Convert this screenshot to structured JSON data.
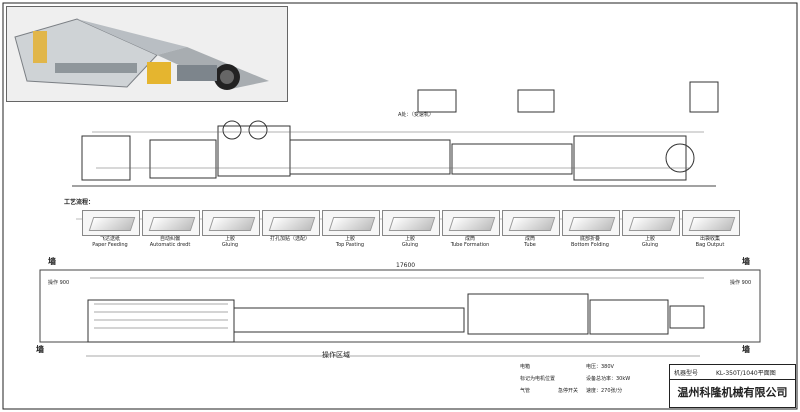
{
  "labels": {
    "view_a": "A处：（变速机）",
    "process_title": "工艺流程：",
    "wall_top_left": "墙",
    "wall_top_right": "墙",
    "wall_bottom_left": "墙",
    "wall_bottom_right": "墙",
    "operation_area": "操作区域",
    "dim_17600": "17600",
    "dim_left": "操作 900",
    "dim_right": "操作 900",
    "model_label": "机器型号",
    "model_value": "KL-350T/1040平面图",
    "company": "温州科隆机械有限公司"
  },
  "process_steps": [
    {
      "cn": "飞达送纸",
      "en": "Paper Feeding"
    },
    {
      "cn": "自动纠偏",
      "en": "Automatic dredt"
    },
    {
      "cn": "上胶",
      "en": "Gluing"
    },
    {
      "cn": "打孔加贴（选配）",
      "en": ""
    },
    {
      "cn": "上胶",
      "en": "Top Pasting"
    },
    {
      "cn": "上胶",
      "en": "Gluing"
    },
    {
      "cn": "成筒",
      "en": "Tube Formation"
    },
    {
      "cn": "成筒",
      "en": "Tube"
    },
    {
      "cn": "底部折叠",
      "en": "Bottom Folding"
    },
    {
      "cn": "上胶",
      "en": "Gluing"
    },
    {
      "cn": "出袋收集",
      "en": "Bag Output"
    }
  ],
  "legend": {
    "item1": "电箱",
    "item2": "标记为电机位置",
    "item3": "气管",
    "item4": "急停开关",
    "item5": "电压：380V",
    "item6": "设备总功率：30kW",
    "item7": "速度：270张/分"
  }
}
